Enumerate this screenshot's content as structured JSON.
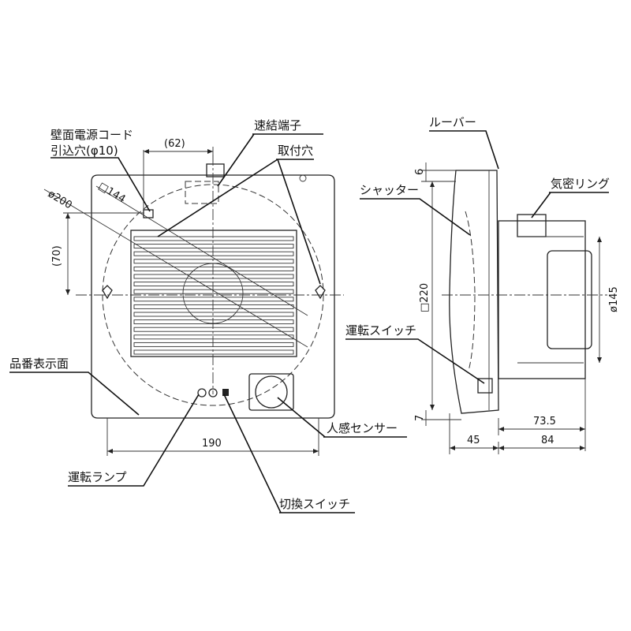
{
  "labels": {
    "cord_hole_line1": "壁面電源コード",
    "cord_hole_line2": "引込穴(φ10)",
    "quick_terminal": "速結端子",
    "mount_hole": "取付穴",
    "louver": "ルーバー",
    "shutter": "シャッター",
    "airtight_ring": "気密リング",
    "model_label_face": "品番表示面",
    "run_switch": "運転スイッチ",
    "motion_sensor": "人感センサー",
    "run_lamp": "運転ランプ",
    "select_switch": "切換スイッチ"
  },
  "dimensions": {
    "d62": "(62)",
    "d70": "(70)",
    "phi200": "ø200",
    "sq144": "□144",
    "w190": "190",
    "h6": "6",
    "sq220": "□220",
    "phi145": "ø145",
    "h7": "7",
    "d73_5": "73.5",
    "d45": "45",
    "d84": "84"
  }
}
